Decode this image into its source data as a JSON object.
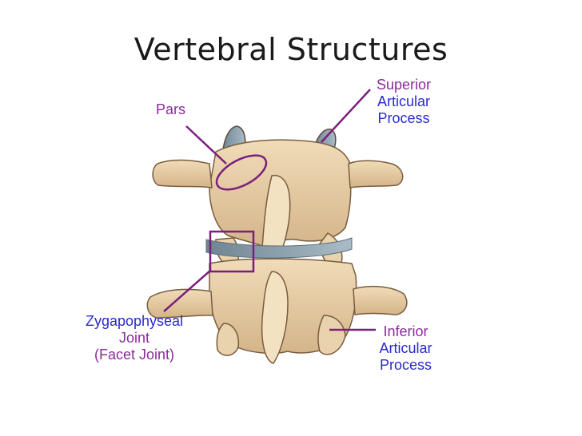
{
  "title": "Vertebral Structures",
  "labels": {
    "pars": "Pars",
    "superior": [
      "Superior",
      "Articular",
      "Process"
    ],
    "zygapophyseal": [
      "Zygapophyseal",
      "Joint",
      "(Facet Joint)"
    ],
    "inferior": [
      "Inferior",
      "Articular",
      "Process"
    ]
  },
  "colors": {
    "annotation": "#7b1f7e",
    "label_blue": "#2a2ad0",
    "label_purple": "#8a2b9c",
    "bone": "#e6cfa8",
    "bone_shadow": "#b99a72",
    "cartilage": "#8fa3b0"
  }
}
